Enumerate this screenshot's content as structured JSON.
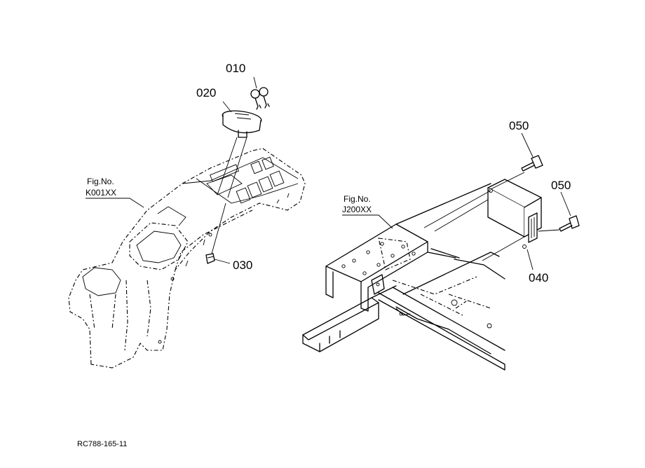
{
  "parts": {
    "p010": "010",
    "p020": "020",
    "p030": "030",
    "p040": "040",
    "p050a": "050",
    "p050b": "050"
  },
  "references": {
    "left": {
      "line1": "Fig.No.",
      "line2": "K001XX"
    },
    "right": {
      "line1": "Fig.No.",
      "line2": "J200XX"
    }
  },
  "drawing_code": "RC788-165-11"
}
